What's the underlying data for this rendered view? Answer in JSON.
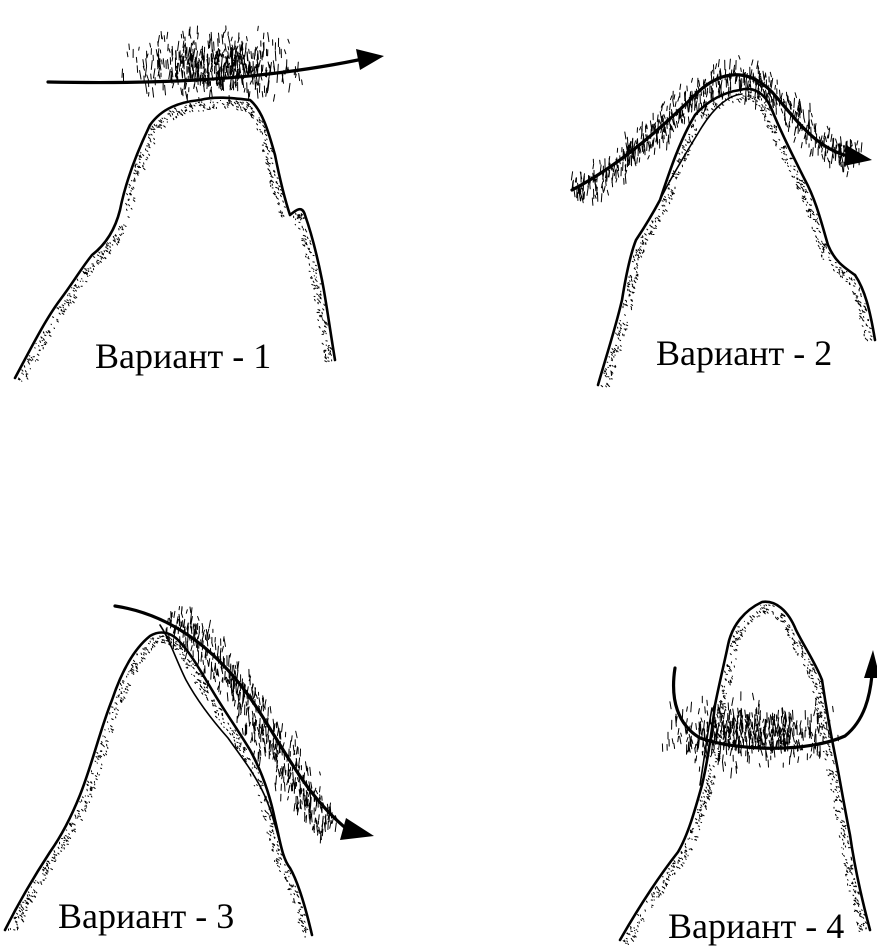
{
  "variants": [
    {
      "label": "Вариант - 1"
    },
    {
      "label": "Вариант - 2"
    },
    {
      "label": "Вариант - 3"
    },
    {
      "label": "Вариант - 4"
    }
  ],
  "colors": {
    "ink": "#000000",
    "background": "#ffffff"
  }
}
